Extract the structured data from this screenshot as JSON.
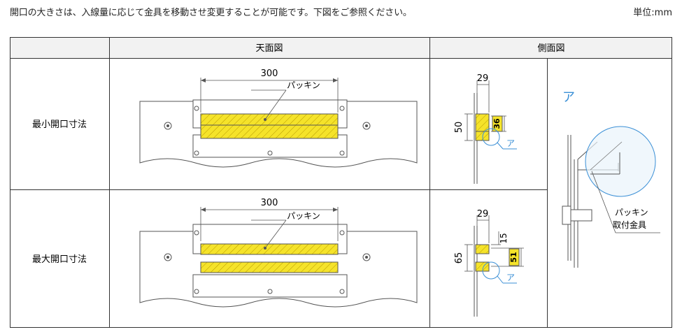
{
  "intro_text": "開口の大きさは、入線量に応じて金具を移動させ変更することが可能です。下図をご参照ください。",
  "unit_label": "単位:mm",
  "table": {
    "headers": {
      "top_view": "天面図",
      "side_view": "側面図"
    },
    "rows": [
      {
        "label": "最小開口寸法",
        "top_view": {
          "width_dim": "300",
          "packing_label": "パッキン"
        },
        "side_view": {
          "width_dim": "29",
          "height_dim": "50",
          "opening_dim": "36",
          "callout": "ア"
        }
      },
      {
        "label": "最大開口寸法",
        "top_view": {
          "width_dim": "300",
          "packing_label": "パッキン"
        },
        "side_view": {
          "width_dim": "29",
          "height_dim": "65",
          "top_dim": "15",
          "opening_dim": "51",
          "callout": "ア"
        }
      }
    ],
    "detail": {
      "title": "ア",
      "label_line1": "パッキン",
      "label_line2": "取付金具"
    }
  },
  "colors": {
    "packing_fill": "#f5e32a",
    "hatch": "#b89a00",
    "callout": "#3a8fd6",
    "badge_fill": "#f5e32a",
    "header_bg": "#f2f2f2"
  }
}
